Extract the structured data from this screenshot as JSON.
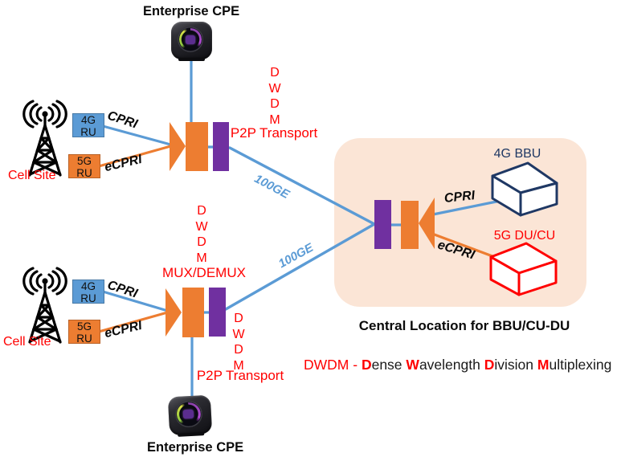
{
  "labels": {
    "enterprise_cpe_top": "Enterprise CPE",
    "enterprise_cpe_bottom": "Enterprise CPE",
    "cell_site_top": "Cell Site",
    "cell_site_bottom": "Cell Site",
    "cpri_site_top": "CPRI",
    "ecpri_site_top": "eCPRI",
    "cpri_site_bottom": "CPRI",
    "ecpri_site_bottom": "eCPRI",
    "cpri_central": "CPRI",
    "ecpri_central": "eCPRI",
    "link_100ge_top": "100GE",
    "link_100ge_bottom": "100GE",
    "mux_demux": "MUX/DEMUX",
    "p2p_transport_top": "P2P Transport",
    "p2p_transport_bottom": "P2P Transport",
    "bbu_4g": "4G BBU",
    "du_cu_5g": "5G DU/CU",
    "central_location": "Central Location for BBU/CU-DU"
  },
  "ru_boxes": {
    "site_top_4g": [
      "4G",
      "RU"
    ],
    "site_top_5g": [
      "5G",
      "RU"
    ],
    "site_bottom_4g": [
      "4G",
      "RU"
    ],
    "site_bottom_5g": [
      "5G",
      "RU"
    ]
  },
  "dwdm_vertical": [
    "D",
    "W",
    "D",
    "M"
  ],
  "legend": {
    "acronym": "DWDM",
    "dash": "-",
    "words": [
      {
        "initial": "D",
        "rest": "ense"
      },
      {
        "initial": "W",
        "rest": "avelength"
      },
      {
        "initial": "D",
        "rest": "ivision"
      },
      {
        "initial": "M",
        "rest": "ultiplexing"
      }
    ]
  },
  "colors": {
    "link_blue": "#5B9BD5",
    "mux_orange": "#ED7D31",
    "transponder_purple": "#7030A0",
    "label_red": "#FF0000",
    "bbu_navy": "#1F3864",
    "du_cu_red": "#FF0000",
    "central_bg_peach": "#FBE5D6",
    "tower_black": "#000000"
  }
}
